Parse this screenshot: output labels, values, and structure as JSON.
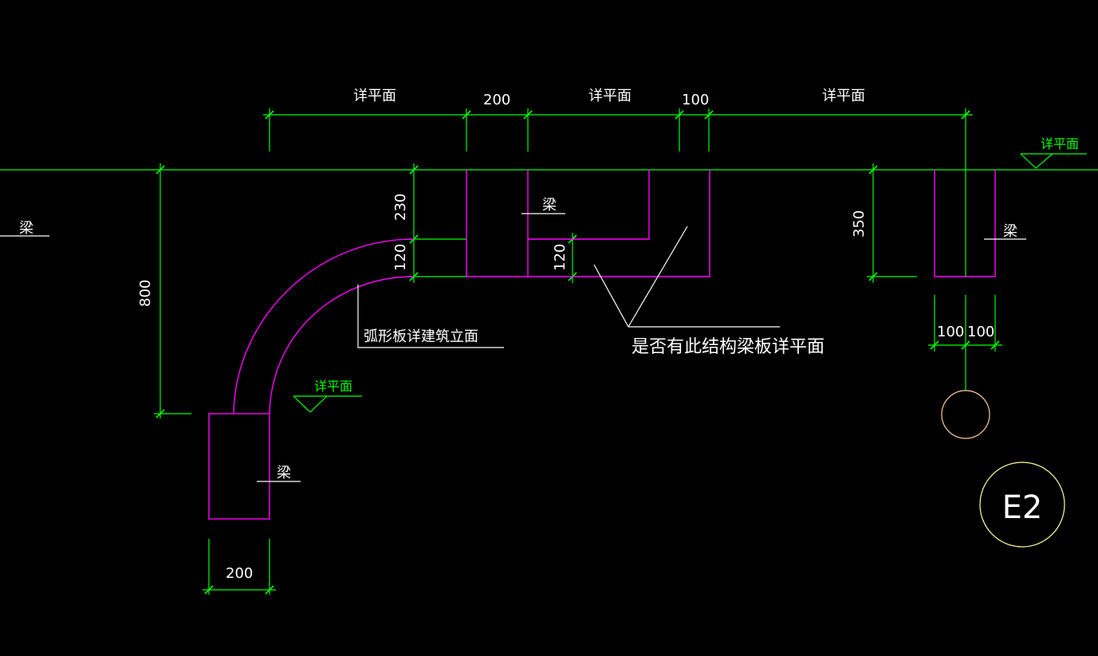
{
  "colors": {
    "background": "#000000",
    "dimension": "#00ff00",
    "outline": "#ff00ff",
    "annotation": "#ffffff",
    "circle": "#ffcc99",
    "tag_circle": "#ffff99"
  },
  "dimensions": {
    "top_left": "详平面",
    "top_200": "200",
    "top_mid": "详平面",
    "top_100": "100",
    "top_right": "详平面",
    "h_230": "230",
    "h_120_left": "120",
    "h_120_mid": "120",
    "h_800": "800",
    "h_350": "350",
    "bottom_200": "200",
    "right_100_a": "100",
    "right_100_b": "100"
  },
  "labels": {
    "beam_left": "梁",
    "beam_mid": "梁",
    "beam_right": "梁",
    "beam_bottom": "梁",
    "level_right": "详平面",
    "level_left": "详平面",
    "arc_note": "弧形板详建筑立面",
    "question": "是否有此结构梁板详平面"
  },
  "tag": {
    "label": "E2"
  }
}
